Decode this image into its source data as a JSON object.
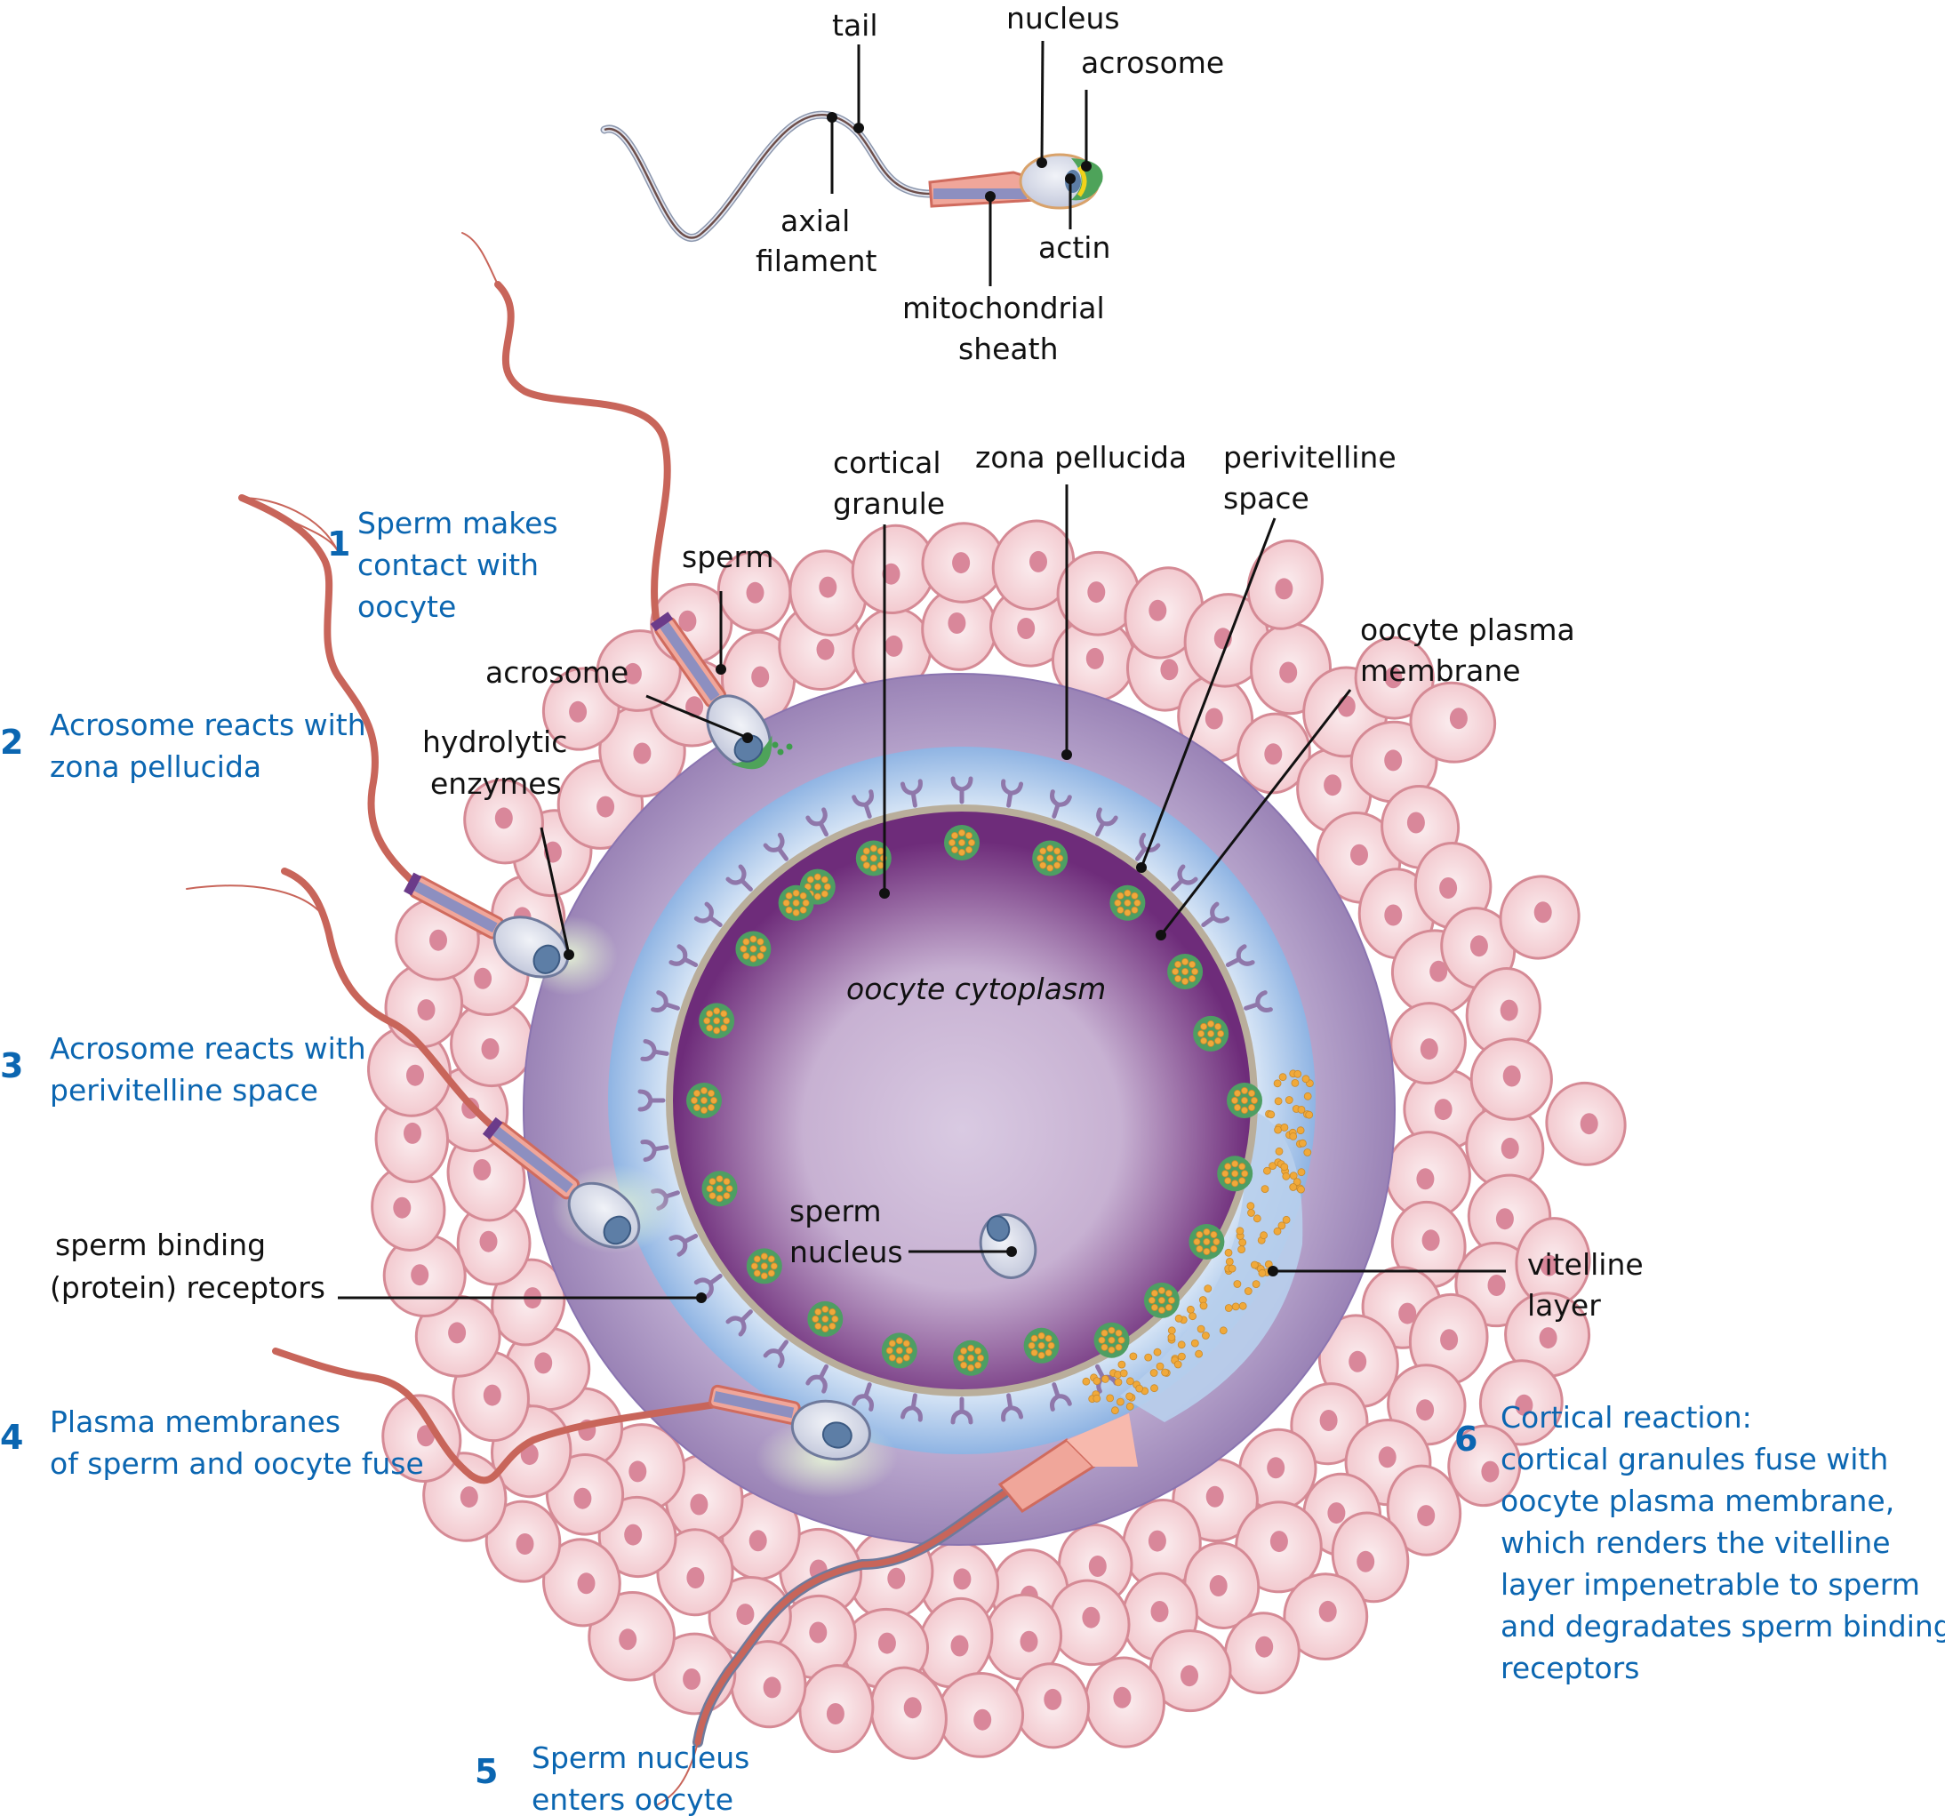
{
  "title": "Fertilization: sperm-oocyte interaction",
  "colors": {
    "step_text": "#0b66b1",
    "label_text": "#111111",
    "zona_pellucida": "#a994c0",
    "perivitelline_space": "#b9d3ee",
    "cytoplasm_center": "#d8c8e0",
    "cytoplasm_edge": "#6f2f7c",
    "plasma_membrane": "#b9ae9b",
    "cortical_granule": "#4e9e63",
    "granule_dot": "#f0a93a",
    "follicle_cell": "#f6d4d8",
    "follicle_cell_outline": "#d58a95",
    "follicle_nucleus": "#d9879a",
    "receptor": "#8f77aa",
    "sperm_tail": "#c8655a",
    "sperm_head": "#dfe3ee",
    "acrosome": "#4ea35a",
    "actin": "#f2d21a"
  },
  "sperm_anatomy": {
    "labels": {
      "tail": "tail",
      "nucleus": "nucleus",
      "acrosome": "acrosome",
      "axial_filament_1": "axial",
      "axial_filament_2": "filament",
      "actin": "actin",
      "mito_1": "mitochondrial",
      "mito_2": "sheath"
    }
  },
  "structure_labels": {
    "cortical_granule_1": "cortical",
    "cortical_granule_2": "granule",
    "zona_pellucida": "zona pellucida",
    "perivitelline_1": "perivitelline",
    "perivitelline_2": "space",
    "sperm": "sperm",
    "oocyte_pm_1": "oocyte plasma",
    "oocyte_pm_2": "membrane",
    "acrosome": "acrosome",
    "hydrolytic_1": "hydrolytic",
    "hydrolytic_2": "enzymes",
    "cytoplasm": "oocyte cytoplasm",
    "sperm_nucleus_1": "sperm",
    "sperm_nucleus_2": "nucleus",
    "receptors_1": "sperm binding",
    "receptors_2": "(protein) receptors",
    "vitelline_1": "vitelline",
    "vitelline_2": "layer"
  },
  "steps": [
    {
      "number": "1",
      "lines": [
        "Sperm makes",
        "contact with",
        "oocyte"
      ]
    },
    {
      "number": "2",
      "lines": [
        "Acrosome reacts with",
        "zona pellucida"
      ]
    },
    {
      "number": "3",
      "lines": [
        "Acrosome reacts with",
        "perivitelline space"
      ]
    },
    {
      "number": "4",
      "lines": [
        "Plasma membranes",
        "of sperm and oocyte fuse"
      ]
    },
    {
      "number": "5",
      "lines": [
        "Sperm nucleus",
        "enters oocyte"
      ]
    },
    {
      "number": "6",
      "lines": [
        "Cortical reaction:",
        "cortical granules fuse with",
        "oocyte plasma membrane,",
        "which renders the vitelline",
        "layer impenetrable to sperm",
        "and degradates sperm binding",
        "receptors"
      ]
    }
  ]
}
